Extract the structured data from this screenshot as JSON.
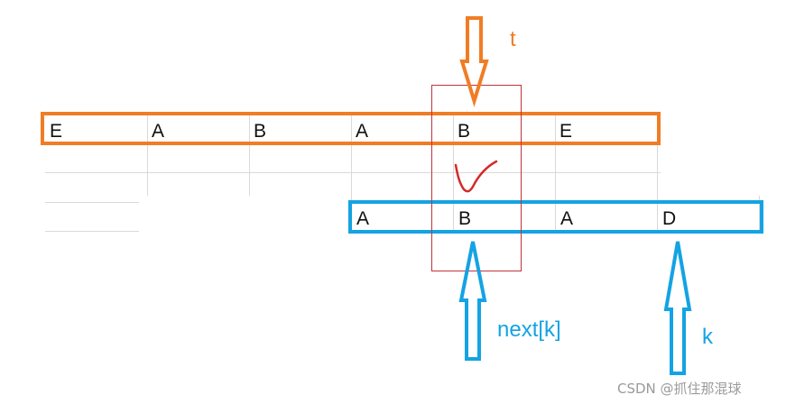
{
  "top_row": {
    "cells": [
      "E",
      "A",
      "B",
      "A",
      "B",
      "E"
    ],
    "color": "#f07d25"
  },
  "bottom_row": {
    "cells": [
      "A",
      "B",
      "A",
      "D"
    ],
    "color": "#14a3e3"
  },
  "labels": {
    "t": "t",
    "next_k": "next[k]",
    "k": "k"
  },
  "watermark": "CSDN @抓住那混球",
  "colors": {
    "orange": "#f07d25",
    "blue": "#14a3e3",
    "highlight": "#c0323a",
    "check": "#d42a2a"
  }
}
